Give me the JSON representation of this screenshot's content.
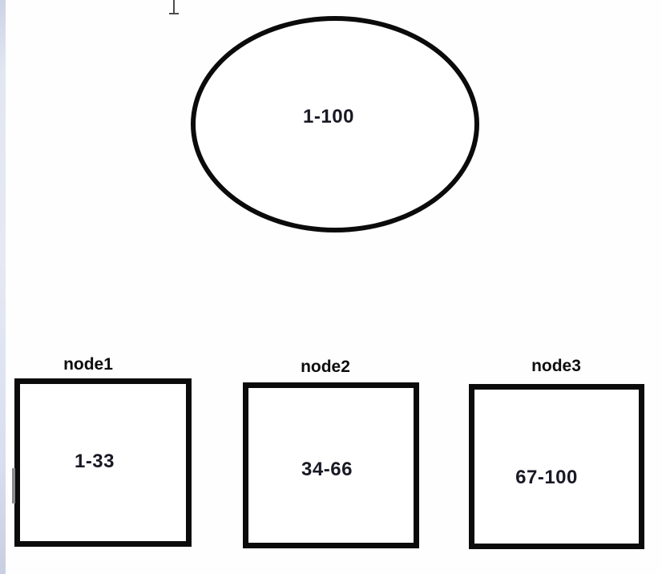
{
  "page": {
    "background_color": "#ffffff"
  },
  "left_strip": {
    "top_color": "#ccd3e5",
    "middle_color": "#e6e9f3",
    "bottom_color": "#c9cfe1"
  },
  "cursor": {
    "type": "i-beam-text-cursor",
    "color": "#4c4c4c"
  },
  "diagram": {
    "stroke_color": "#0b0b0b",
    "value_text_color": "#191925",
    "title_text_color": "#0d0d0d",
    "root_node": {
      "shape": "ellipse",
      "label": "1-100"
    },
    "child_nodes": [
      {
        "shape": "rectangle",
        "title": "node1",
        "label": "1-33"
      },
      {
        "shape": "rectangle",
        "title": "node2",
        "label": "34-66"
      },
      {
        "shape": "rectangle",
        "title": "node3",
        "label": "67-100"
      }
    ]
  }
}
